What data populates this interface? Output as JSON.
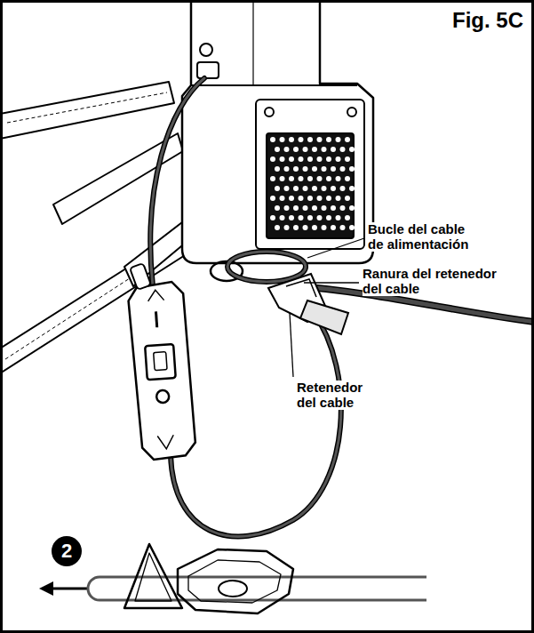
{
  "diagram": {
    "title": "Fig. 5C",
    "labels": [
      "Bucle del cable de alimentación",
      "Ranura del retenedor del cable",
      "Retenedor del cable",
      "2"
    ]
  }
}
